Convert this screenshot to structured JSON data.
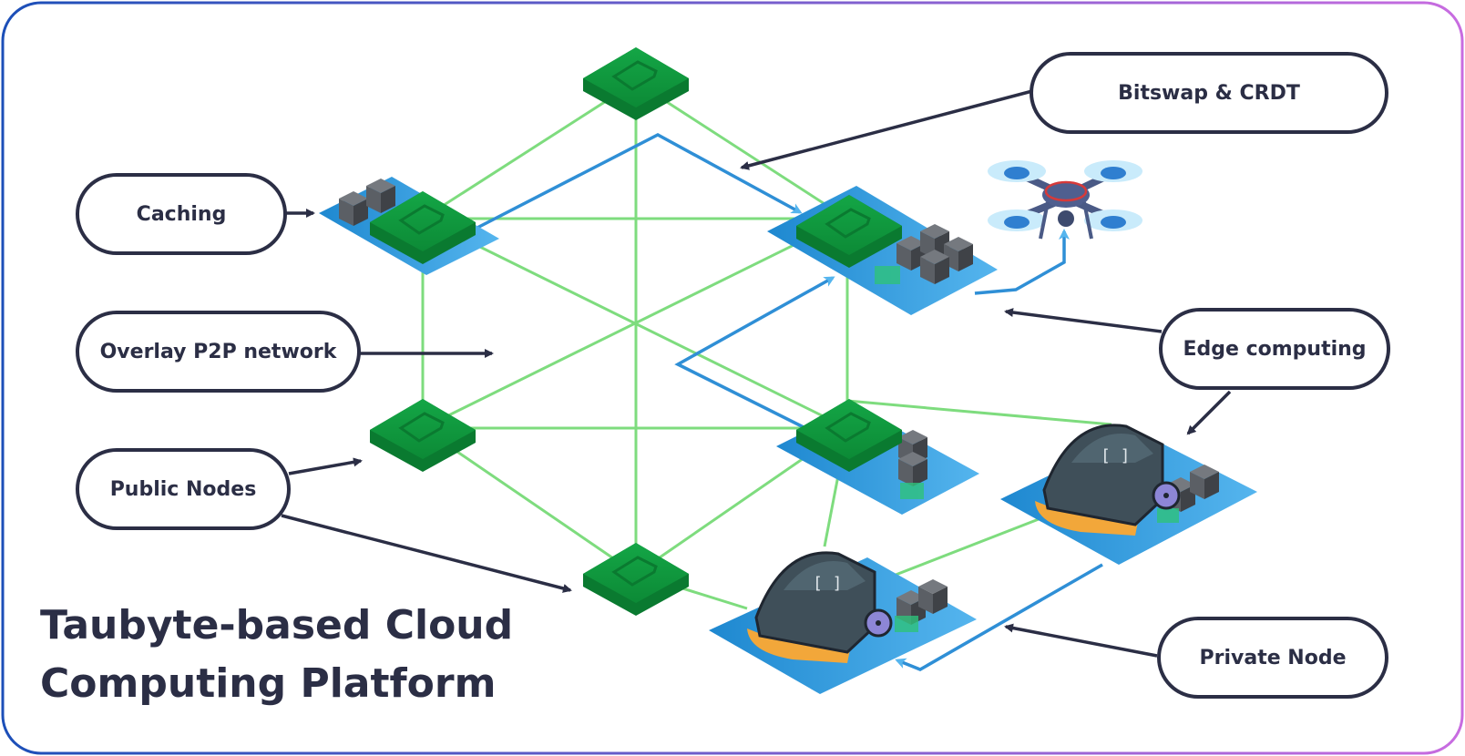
{
  "diagram": {
    "title_line1": "Taubyte-based Cloud",
    "title_line2": "Computing Platform",
    "labels": {
      "bitswap": "Bitswap & CRDT",
      "caching": "Caching",
      "overlay": "Overlay P2P network",
      "public_nodes": "Public Nodes",
      "edge": "Edge computing",
      "private_node": "Private Node"
    },
    "colors": {
      "frame_start": "#1c4fb8",
      "frame_end": "#c86ce0",
      "text": "#2b2e45",
      "node_green": "#0f9a3c",
      "link_green": "#7edc7e",
      "flow_blue": "#2f8fd6",
      "platform_blue": "#2a8fd8",
      "server_gray": "#555a60",
      "robot_dark": "#3f4f59",
      "robot_bumper": "#f0a030"
    }
  }
}
